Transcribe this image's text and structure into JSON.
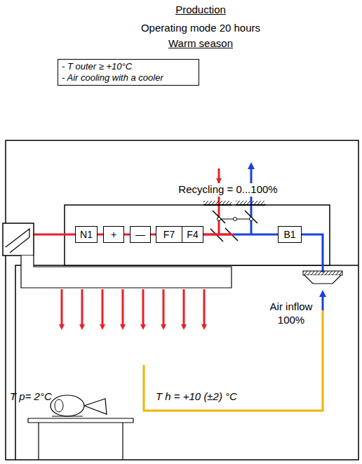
{
  "diagram": {
    "title": "Production",
    "nodes": [
      {
        "text": [
          "- T outer ≥ +10°C",
          "- Air cooling with a cooler"
        ]
      },
      {
        "text": [
          "N1"
        ]
      },
      {
        "text": [
          "+"
        ]
      },
      {
        "text": [
          "—"
        ]
      },
      {
        "text": [
          "F7"
        ]
      },
      {
        "text": [
          "F4"
        ]
      },
      {
        "text": [
          "B1"
        ]
      }
    ],
    "edges": [
      {
        "from": 1,
        "to": 2,
        "arrow": "none"
      },
      {
        "from": 2,
        "to": 3,
        "arrow": "none"
      },
      {
        "from": 3,
        "to": 4,
        "arrow": "none"
      },
      {
        "from": 5,
        "to": 6,
        "arrow": "none"
      }
    ],
    "labels": [
      "Operating mode 20 hours",
      "Warm season",
      "Recycling = 0...100%",
      "Air inflow 100%",
      "T p= 2°C",
      "T h = +10 (±2) °C"
    ]
  }
}
